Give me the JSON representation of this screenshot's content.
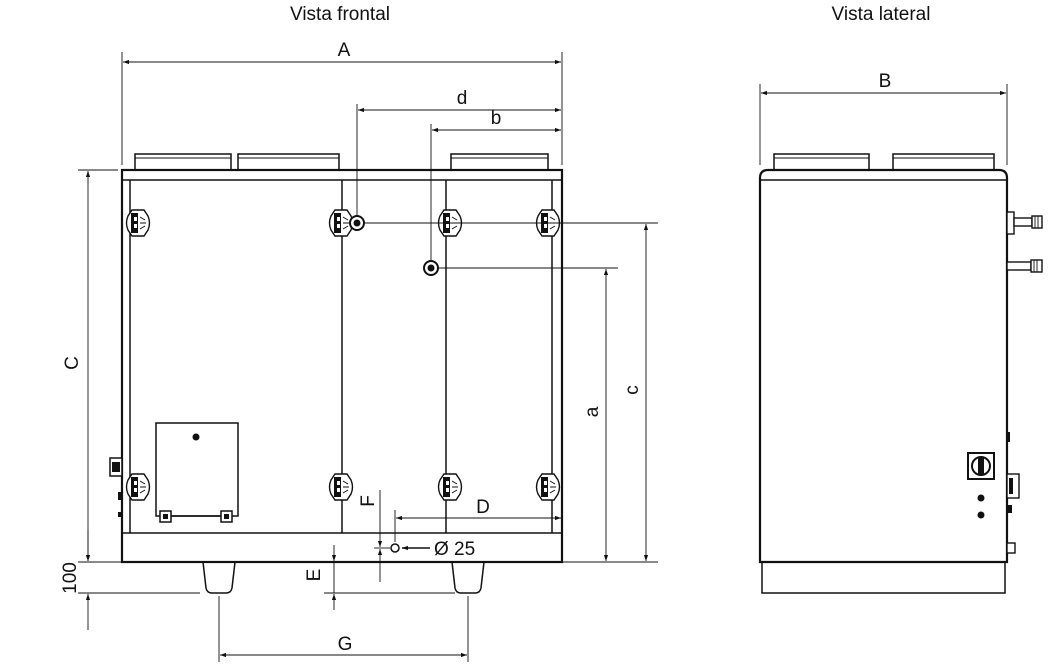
{
  "views": {
    "front_title": "Vista frontal",
    "side_title": "Vista lateral"
  },
  "dimensions": {
    "A": "A",
    "B": "B",
    "C": "C",
    "D": "D",
    "E": "E",
    "F": "F",
    "G": "G",
    "a": "a",
    "b": "b",
    "c": "c",
    "d": "d",
    "base_height": "100",
    "drain_diameter": "Ø 25"
  }
}
